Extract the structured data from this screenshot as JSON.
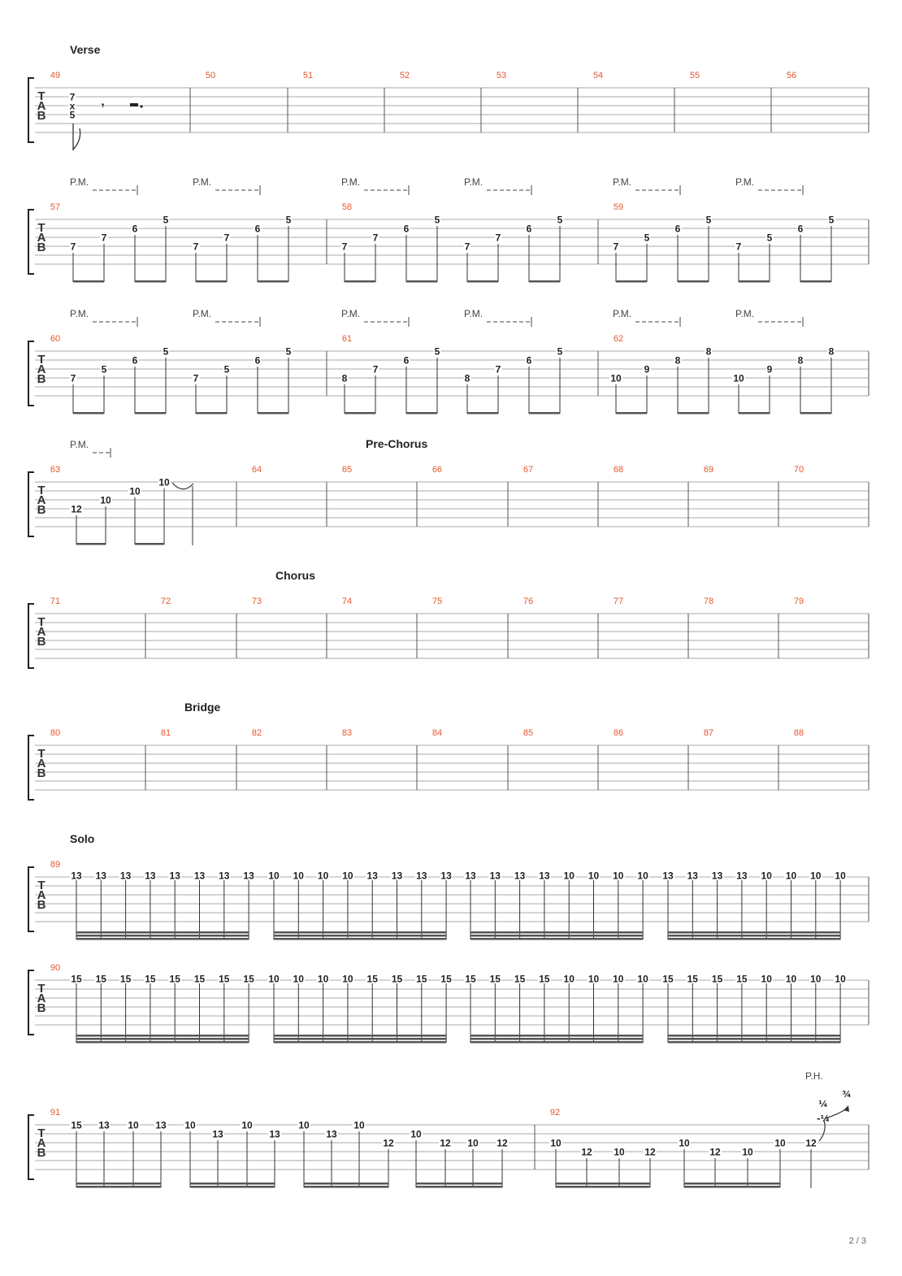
{
  "page": {
    "number": "2 / 3"
  },
  "tab_clef": [
    "T",
    "A",
    "B"
  ],
  "pm_label": "P.M.",
  "systems": [
    {
      "section": "Verse",
      "bars": [
        "49",
        "50",
        "51",
        "52",
        "53",
        "54",
        "55",
        "56"
      ]
    },
    {
      "bars": [
        "57",
        "58",
        "59"
      ]
    },
    {
      "bars": [
        "60",
        "61",
        "62"
      ]
    },
    {
      "section": "Pre-Chorus",
      "bars": [
        "63",
        "64",
        "65",
        "66",
        "67",
        "68",
        "69",
        "70"
      ]
    },
    {
      "section": "Chorus",
      "bars": [
        "71",
        "72",
        "73",
        "74",
        "75",
        "76",
        "77",
        "78",
        "79"
      ]
    },
    {
      "section": "Bridge",
      "bars": [
        "80",
        "81",
        "82",
        "83",
        "84",
        "85",
        "86",
        "87",
        "88"
      ]
    },
    {
      "section": "Solo",
      "bars": [
        "89"
      ]
    },
    {
      "bars": [
        "90"
      ]
    },
    {
      "bars": [
        "91",
        "92"
      ],
      "ph_label": "P.H.",
      "bend": {
        "pre": "¼",
        "release": "-¼",
        "up": "¾"
      }
    }
  ],
  "notes": {
    "s0": [
      [
        "7",
        "x",
        "5"
      ]
    ],
    "s1": [
      [
        "7",
        "7",
        "6",
        "5",
        "7",
        "7",
        "6",
        "5"
      ],
      [
        "7",
        "7",
        "6",
        "5",
        "7",
        "7",
        "6",
        "5"
      ],
      [
        "7",
        "5",
        "6",
        "5",
        "7",
        "5",
        "6",
        "5"
      ]
    ],
    "s2": [
      [
        "7",
        "5",
        "6",
        "5",
        "7",
        "5",
        "6",
        "5"
      ],
      [
        "8",
        "7",
        "6",
        "5",
        "8",
        "7",
        "6",
        "5"
      ],
      [
        "10",
        "9",
        "8",
        "8",
        "10",
        "9",
        "8",
        "8"
      ]
    ],
    "s3": [
      [
        "12",
        "10",
        "10",
        "10"
      ]
    ],
    "s6": [
      "13",
      "13",
      "13",
      "13",
      "13",
      "13",
      "13",
      "13",
      "10",
      "10",
      "10",
      "10",
      "13",
      "13",
      "13",
      "13",
      "13",
      "13",
      "13",
      "13",
      "10",
      "10",
      "10",
      "10",
      "13",
      "13",
      "13",
      "13",
      "10",
      "10",
      "10",
      "10"
    ],
    "s7": [
      "15",
      "15",
      "15",
      "15",
      "15",
      "15",
      "15",
      "15",
      "10",
      "10",
      "10",
      "10",
      "15",
      "15",
      "15",
      "15",
      "15",
      "15",
      "15",
      "15",
      "10",
      "10",
      "10",
      "10",
      "15",
      "15",
      "15",
      "15",
      "10",
      "10",
      "10",
      "10"
    ],
    "s8a": [
      "15",
      "13",
      "10",
      "13",
      "10",
      "13",
      "10",
      "13",
      "10",
      "13",
      "10",
      "12",
      "10",
      "12",
      "10",
      "12"
    ],
    "s8b": [
      "10",
      "12",
      "10",
      "12",
      "10",
      "12",
      "10",
      "10",
      "12"
    ]
  }
}
